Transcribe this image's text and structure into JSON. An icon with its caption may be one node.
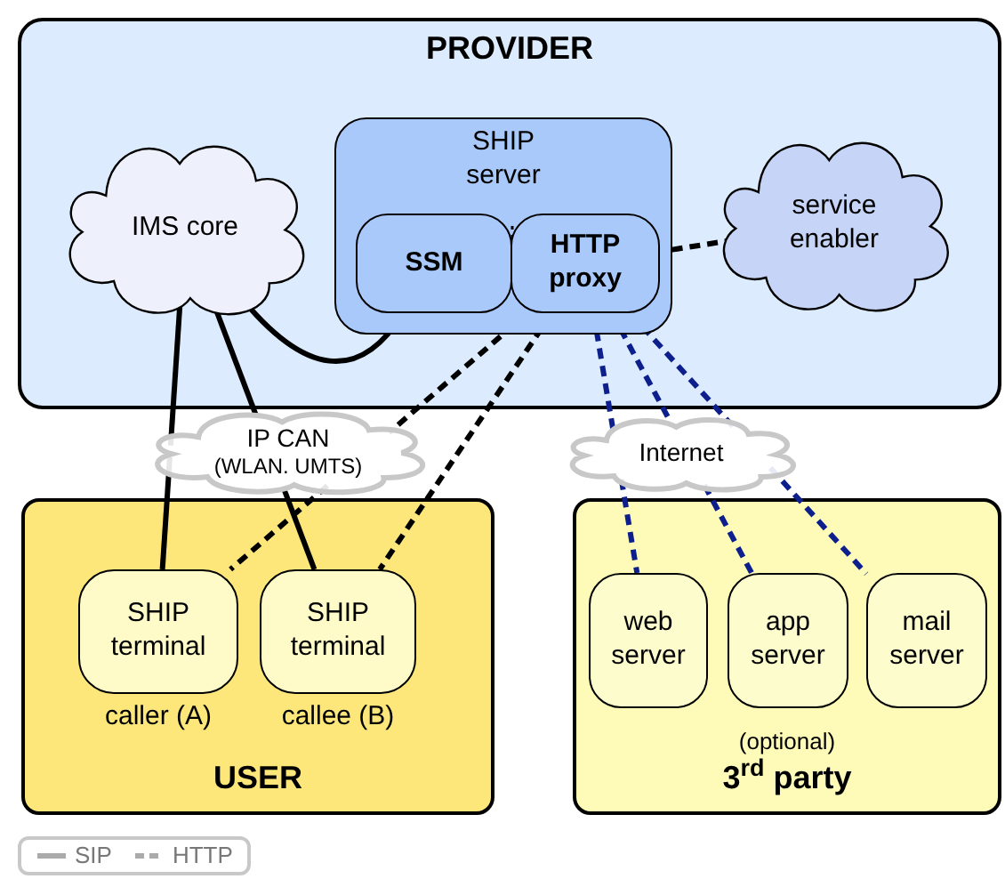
{
  "diagram": {
    "nodes": [
      {
        "text": [
          "PROVIDER"
        ]
      },
      {
        "text": [
          "IMS core"
        ],
        "in": 0
      },
      {
        "text": [
          "SHIP server"
        ],
        "in": 0
      },
      {
        "text": [
          "SSM"
        ],
        "in": 2
      },
      {
        "text": [
          "HTTP proxy"
        ],
        "in": 2
      },
      {
        "text": [
          "service enabler"
        ],
        "in": 0
      },
      {
        "text": [
          "IP CAN",
          "(WLAN. UMTS)"
        ]
      },
      {
        "text": [
          "Internet"
        ]
      },
      {
        "text": [
          "USER"
        ]
      },
      {
        "text": [
          "SHIP terminal"
        ],
        "in": 8,
        "beside": [
          "caller (A)"
        ]
      },
      {
        "text": [
          "SHIP terminal"
        ],
        "in": 8,
        "beside": [
          "callee (B)"
        ]
      },
      {
        "text": [
          "(optional)",
          "3$^{rd}$ party"
        ]
      },
      {
        "text": [
          "web server"
        ],
        "in": 11
      },
      {
        "text": [
          "app server"
        ],
        "in": 11
      },
      {
        "text": [
          "mail server"
        ],
        "in": 11
      }
    ],
    "edges": [
      {
        "from": 1,
        "to": 3,
        "arrow": "none"
      },
      {
        "from": 1,
        "to": 6,
        "arrow": "none"
      },
      {
        "from": 6,
        "to": 9,
        "arrow": "none"
      },
      {
        "from": 1,
        "to": 6,
        "arrow": "none"
      },
      {
        "from": 6,
        "to": 10,
        "arrow": "none"
      },
      {
        "from": 5,
        "to": 4,
        "arrow": "none",
        "style": "dashed"
      },
      {
        "from": 4,
        "to": 6,
        "arrow": "none",
        "style": "dashed"
      },
      {
        "from": 6,
        "to": 9,
        "arrow": "none",
        "style": "dashed"
      },
      {
        "from": 4,
        "to": 10,
        "arrow": "none",
        "style": "dashed"
      },
      {
        "from": 4,
        "to": 7,
        "arrow": "none",
        "style": "dashed",
        "color": "#0d1f8c"
      },
      {
        "from": 4,
        "to": 7,
        "arrow": "none",
        "style": "dashed",
        "color": "#0d1f8c"
      },
      {
        "from": 4,
        "to": 7,
        "arrow": "none",
        "style": "dashed",
        "color": "#0d1f8c"
      },
      {
        "from": 7,
        "to": 12,
        "arrow": "none",
        "style": "dashed",
        "color": "#0d1f8c"
      },
      {
        "from": 7,
        "to": 13,
        "arrow": "none",
        "style": "dashed",
        "color": "#0d1f8c"
      },
      {
        "from": 7,
        "to": 14,
        "arrow": "none",
        "style": "dashed",
        "color": "#0d1f8c"
      }
    ],
    "legend": [
      {
        "text": "SIP"
      },
      {
        "text": "HTTP"
      }
    ]
  }
}
